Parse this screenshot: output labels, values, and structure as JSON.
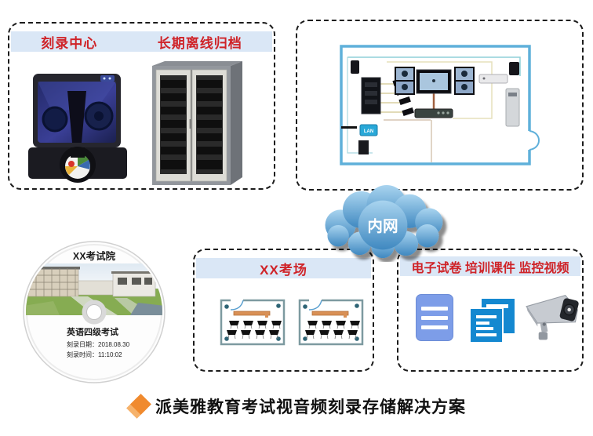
{
  "panel_burn": {
    "label_center": "刻录中心",
    "label_archive": "长期离线归档"
  },
  "panel_room": {
    "title": "XX考场"
  },
  "panel_content": {
    "title": "电子试卷 培训课件  监控视频"
  },
  "cloud": {
    "label": "内网"
  },
  "disc": {
    "org": "XX考试院",
    "title": "英语四级考试",
    "date": "刻录日期：2018.08.30",
    "time": "刻录时间：11:10:02"
  },
  "room_diagram": {
    "lan_label": "LAN"
  },
  "footer": {
    "title": "派美雅教育考试视音频刻录存储解决方案"
  },
  "colors": {
    "accent_red": "#cf2328",
    "header_bar_blue": "#dae7f6",
    "cloud_top": "#a3d0ee",
    "cloud_bottom": "#3f88c0",
    "diamond_orange": "#f08a2e",
    "doc_blue_light": "#7d9de8",
    "doc_blue": "#1488d0",
    "room_wall_blue": "#5fb0da"
  }
}
